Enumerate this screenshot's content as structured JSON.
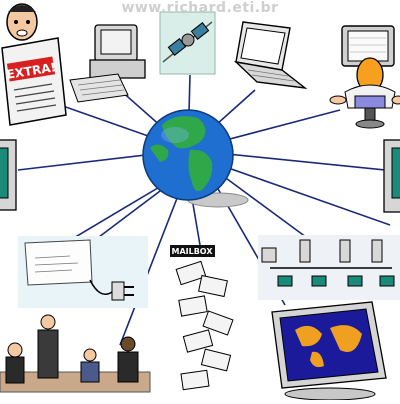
{
  "watermark": "www.richard.eti.br",
  "newspaper": {
    "headline": "EXTRA!"
  },
  "mailbox": {
    "label": "MAILBOX"
  },
  "icons": {
    "center": "globe-icon",
    "nodes": [
      "newspaper-reader-icon",
      "desktop-computer-icon",
      "satellite-icon",
      "laptop-icon",
      "user-at-computer-icon",
      "monitor-left-icon",
      "monitor-right-icon",
      "fax-modem-icon",
      "mailbox-icon",
      "network-lan-icon",
      "meeting-people-icon",
      "world-map-monitor-icon"
    ]
  },
  "colors": {
    "ocean": "#1e6fd0",
    "land": "#2fa84a",
    "link_line": "#1a2a7a",
    "screen": "#1a8a7a"
  }
}
